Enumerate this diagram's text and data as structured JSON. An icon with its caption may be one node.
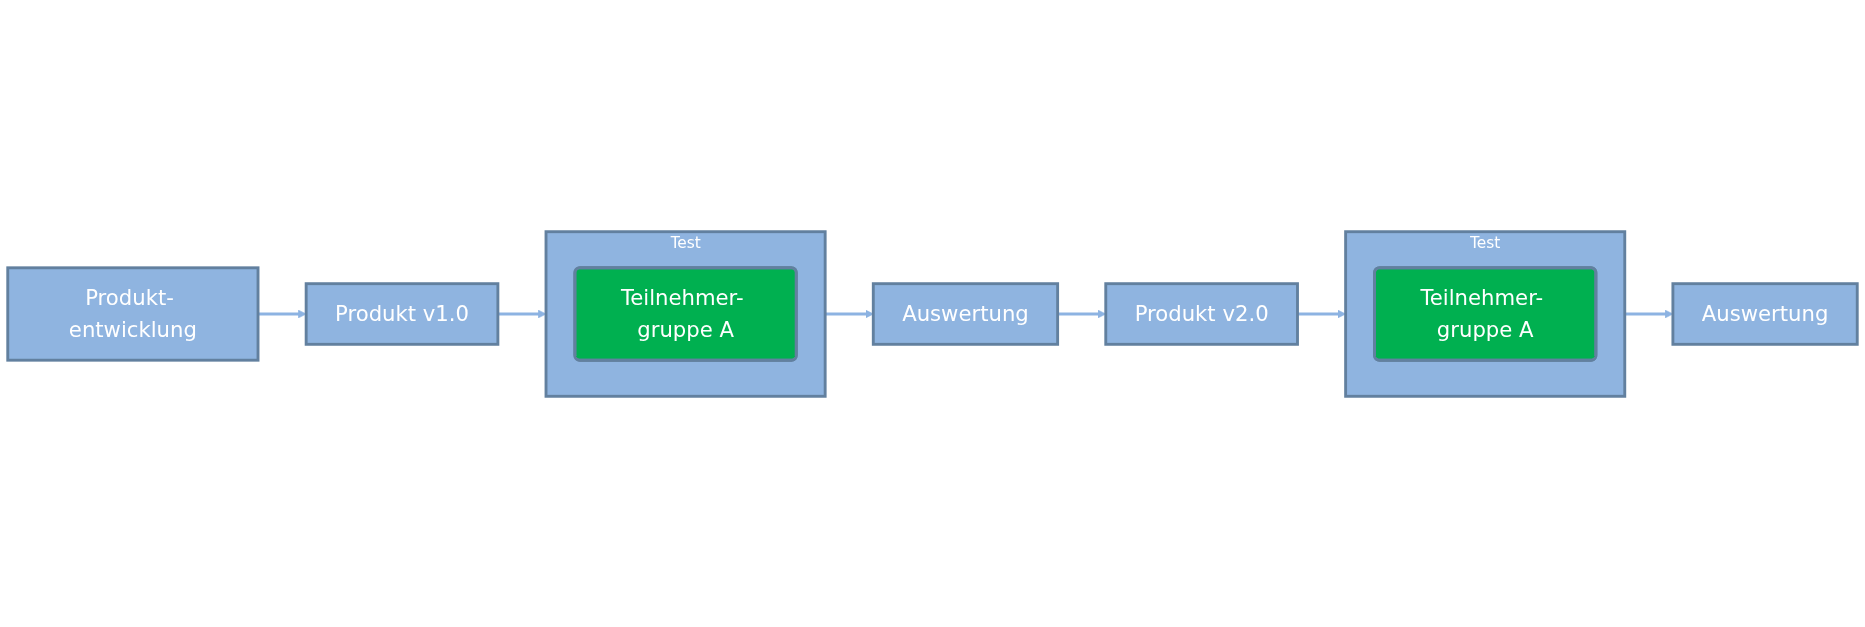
{
  "diagram": {
    "nodes": [
      {
        "text": [
          "Produkt- entwicklung"
        ]
      },
      {
        "text": [
          "Produkt v1.0"
        ]
      },
      {
        "text": [
          "Test"
        ]
      },
      {
        "text": [
          "Teilnehmer- gruppe A"
        ],
        "in": 2
      },
      {
        "text": [
          "Auswertung"
        ]
      },
      {
        "text": [
          "Produkt v2.0"
        ]
      },
      {
        "text": [
          "Test"
        ]
      },
      {
        "text": [
          "Teilnehmer- gruppe A"
        ],
        "in": 6
      },
      {
        "text": [
          "Auswertung"
        ]
      }
    ],
    "edges": [
      {
        "from": 0,
        "to": 1,
        "arrow": "to"
      },
      {
        "from": 1,
        "to": 2,
        "arrow": "to"
      },
      {
        "from": 2,
        "to": 4,
        "arrow": "to"
      },
      {
        "from": 4,
        "to": 5,
        "arrow": "to"
      },
      {
        "from": 5,
        "to": 6,
        "arrow": "to"
      },
      {
        "from": 6,
        "to": 8,
        "arrow": "to"
      }
    ]
  }
}
